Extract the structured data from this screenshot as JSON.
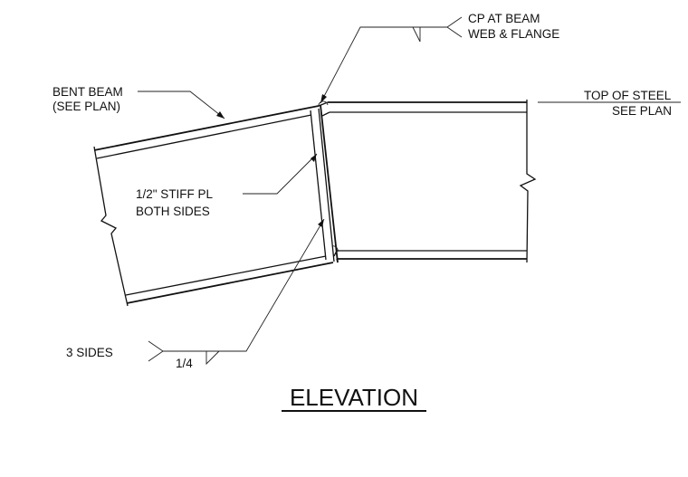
{
  "notes": {
    "bent_beam": [
      "BENT BEAM",
      "(SEE PLAN)"
    ],
    "cp_weld": [
      "CP AT BEAM",
      "WEB & FLANGE"
    ],
    "top_of_steel": [
      "TOP OF STEEL",
      "SEE PLAN"
    ],
    "stiffener": [
      "1/2\" STIFF PL",
      "BOTH SIDES"
    ],
    "fillet_weld": {
      "all_around": "3 SIDES",
      "size": "1/4"
    }
  },
  "title": "ELEVATION"
}
